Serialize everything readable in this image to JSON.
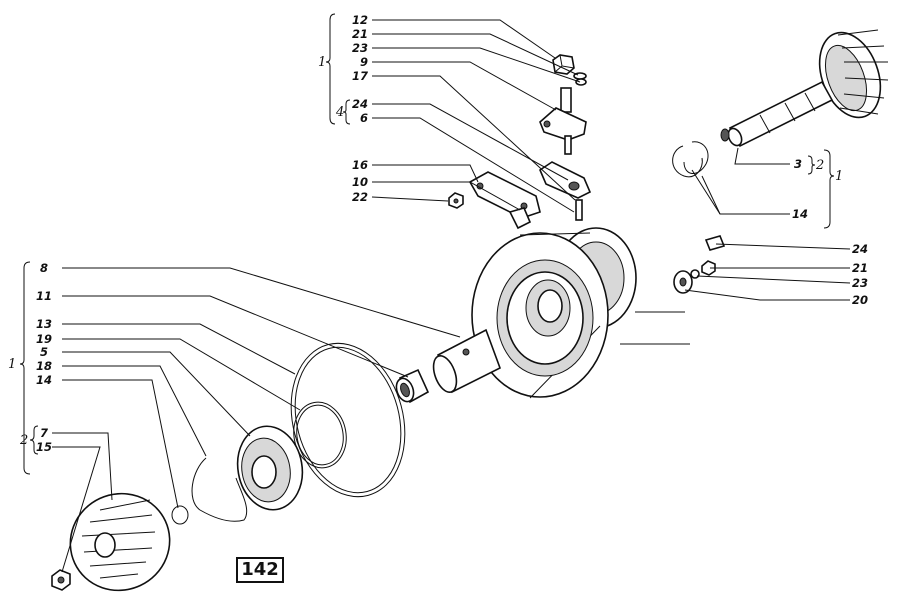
{
  "plate_number": "142",
  "labels": {
    "top_group": [
      "12",
      "21",
      "23",
      "9",
      "17",
      "24",
      "6"
    ],
    "top_group_brace": "1",
    "top_subgroup_brace": "4",
    "mid_group": [
      "16",
      "10",
      "22"
    ],
    "right_top": [
      "3",
      "14"
    ],
    "right_top_braces": [
      "2",
      "1"
    ],
    "right_mid": [
      "24",
      "21",
      "23",
      "20"
    ],
    "left_group": [
      "8",
      "11",
      "13",
      "19",
      "5",
      "18",
      "14",
      "7",
      "15"
    ],
    "left_group_brace": "1",
    "left_subgroup_brace": "2"
  }
}
